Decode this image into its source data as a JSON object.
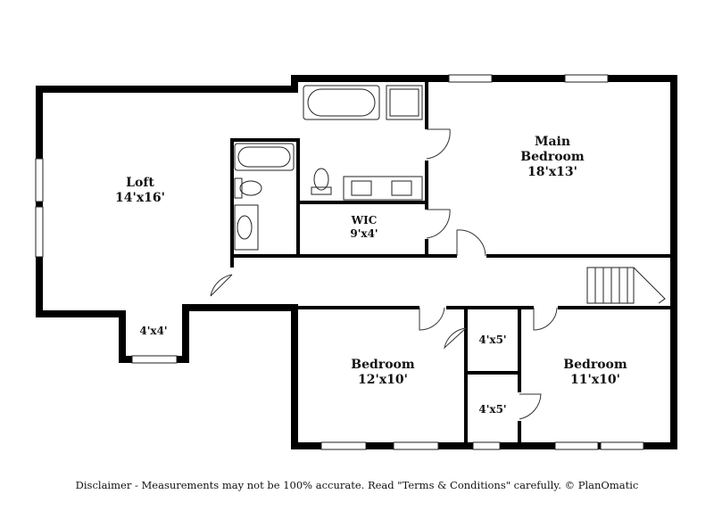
{
  "plan": {
    "rooms": {
      "loft": {
        "name": "Loft",
        "size": "14'x16'"
      },
      "main_bedroom": {
        "name_line1": "Main",
        "name_line2": "Bedroom",
        "size": "18'x13'"
      },
      "wic": {
        "name": "WIC",
        "size": "9'x4'"
      },
      "closet_loft": {
        "size": "4'x4'"
      },
      "bedroom_left": {
        "name": "Bedroom",
        "size": "12'x10'"
      },
      "bedroom_right": {
        "name": "Bedroom",
        "size": "11'x10'"
      },
      "closet_upper": {
        "size": "4'x5'"
      },
      "closet_lower": {
        "size": "4'x5'"
      }
    }
  },
  "disclaimer": "Disclaimer - Measurements may not be 100% accurate. Read \"Terms & Conditions\" carefully. © PlanOmatic"
}
